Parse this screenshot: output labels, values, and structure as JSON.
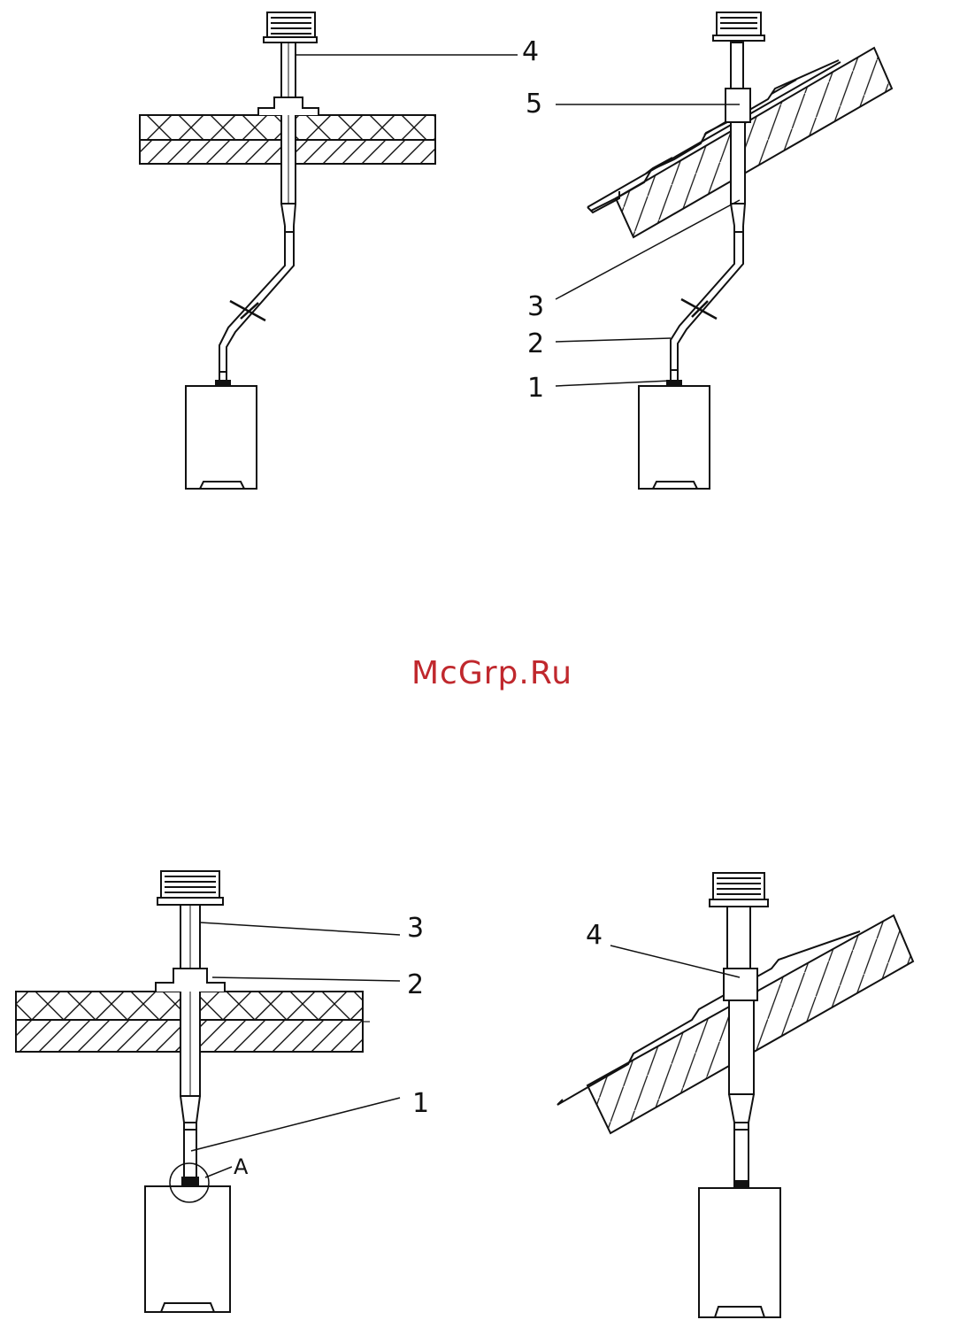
{
  "watermark": {
    "text": "McGrp.Ru",
    "color": "#c0282d"
  },
  "line_color": "#111111",
  "figures": [
    {
      "name": "flat-roof-offset",
      "labels": {
        "l4": "4"
      }
    },
    {
      "name": "pitched-roof-offset",
      "labels": {
        "l5": "5",
        "l3": "3",
        "l2": "2",
        "l1": "1"
      }
    },
    {
      "name": "flat-roof-straight",
      "labels": {
        "l3": "3",
        "l2": "2",
        "l1": "1",
        "lA": "A"
      }
    },
    {
      "name": "pitched-roof-straight",
      "labels": {
        "l4": "4"
      }
    }
  ]
}
